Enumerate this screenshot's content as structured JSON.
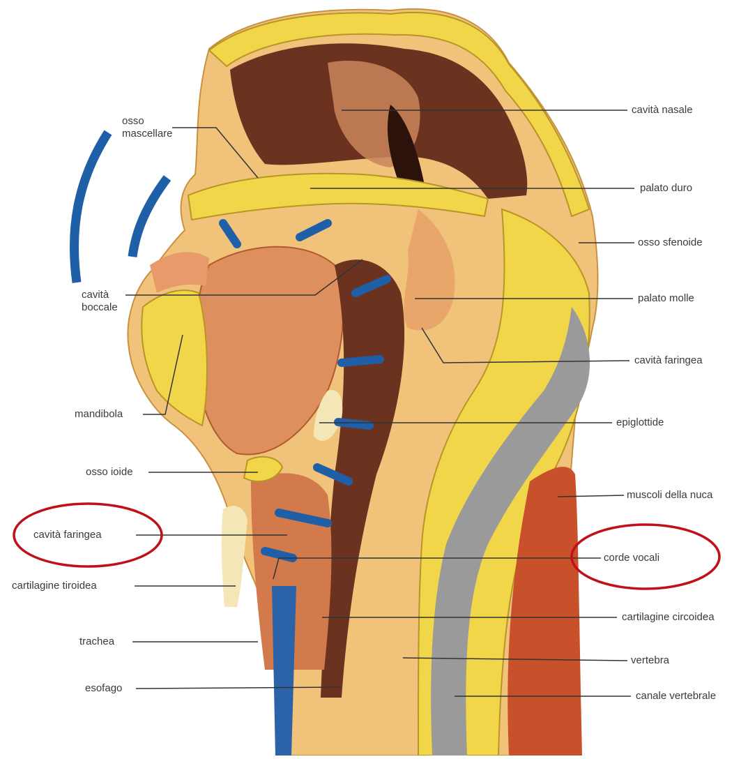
{
  "labels": {
    "osso_mascellare": [
      "osso",
      "mascellare"
    ],
    "cavita_nasale": "cavità nasale",
    "palato_duro": "palato duro",
    "osso_sfenoide": "osso sfenoide",
    "cavita_boccale": [
      "cavità",
      "boccale"
    ],
    "palato_molle": "palato molle",
    "cavita_faringea_right": "cavità faringea",
    "mandibola": "mandibola",
    "epiglottide": "epiglottide",
    "osso_ioide": "osso ioide",
    "muscoli_della_nuca": "muscoli della nuca",
    "cavita_faringea_left": "cavità faringea",
    "corde_vocali": "corde vocali",
    "cartilagine_tiroidea": "cartilagine tiroidea",
    "cartilagine_circoidea": "cartilagine circoidea",
    "trachea": "trachea",
    "vertebra": "vertebra",
    "esofago": "esofago",
    "canale_vertebrale": "canale vertebrale"
  },
  "colors": {
    "highlight_ellipse": "#c0101a",
    "sound_wave": "#1f5fa8",
    "bone_yellow": "#f2d64a",
    "tissue_orange": "#e08a55",
    "muscle_red": "#c8502a",
    "cavity_brown": "#5a2a18",
    "leader_line": "#333333"
  }
}
